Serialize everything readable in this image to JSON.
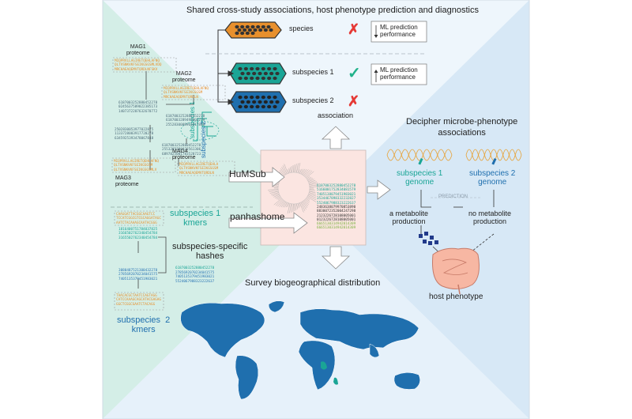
{
  "header": {
    "title": "Shared cross-study associations, host phenotype prediction and diagnostics"
  },
  "top_panel": {
    "rows": [
      {
        "label": "species",
        "mark": "✗",
        "mark_color": "#e53935",
        "color": "#e8902c"
      },
      {
        "label": "subspecies 1",
        "mark": "✓",
        "mark_color": "#21b28a",
        "color": "#1aa596"
      },
      {
        "label": "subspecies 2",
        "mark": "✗",
        "mark_color": "#e53935",
        "color": "#1f6fae"
      }
    ],
    "ml_box_1": "ML prediction\nperformance",
    "ml_box_2": "ML prediction\nperformance",
    "association": "association"
  },
  "left_panel": {
    "mag1": "MAG1\nproteome",
    "mag2": "MAG2\nproteome",
    "mag3": "MAG3\nproteome",
    "mag4": "MAG4\nproteome",
    "tree_sub1": "subspecies 1",
    "tree_sub2": "subspecies 2",
    "kmers1": "subspecies 1\nkmers",
    "kmers2": "subspecies  2\nkmers",
    "hashes": "subspecies-specific\nhashes"
  },
  "center": {
    "humsub": "HuMSub",
    "panhashome": "panhashome"
  },
  "right_panel": {
    "title": "Decipher microbe-phenotype\nassociations",
    "genome1": "subspecies 1\ngenome",
    "genome2": "subspecies 2\ngenome",
    "prediction": "PREDICTION",
    "metabolite": "a metabolite\nproduction",
    "no_metabolite": "no metabolite\nproduction",
    "host": "host phenotype"
  },
  "bottom": {
    "title": "Survey biogeographical distribution"
  },
  "colors": {
    "teal": "#1aa596",
    "blue": "#1f6fae",
    "orange": "#e8902c",
    "panel_left": "#d6efe9",
    "panel_right": "#dcebf7"
  }
}
